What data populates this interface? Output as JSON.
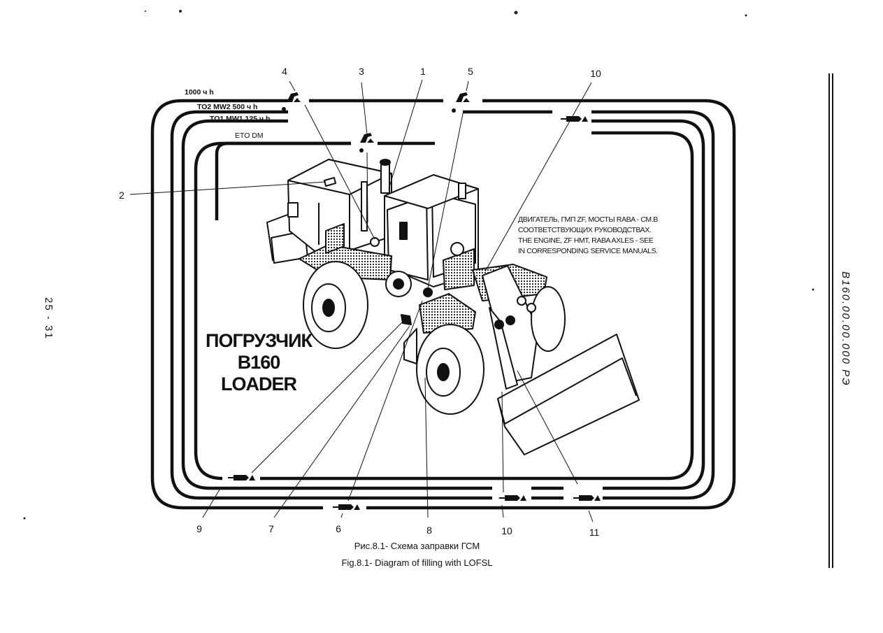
{
  "page": {
    "page_number": "25 - 31",
    "doc_code": "B160.00.00.000 РЭ"
  },
  "intervals": {
    "i1000": "1000 ч h",
    "to2": "TO2 MW2   500 ч h",
    "to1": "TO1 MW1   125 ч h",
    "eto": "ETO   DM"
  },
  "title": {
    "line1": "ПОГРУЗЧИК",
    "line2": "B160",
    "line3": "LOADER"
  },
  "note": {
    "line1": "ДВИГАТЕЛЬ, ГМП ZF, МОСТЫ RABA - СМ.В",
    "line2": "СООТВЕТСТВУЮЩИХ РУКОВОДСТВАХ.",
    "line3": "THE ENGINE, ZF HMT, RABA AXLES - SEE",
    "line4": "IN CORRESPONDING SERVICE MANUALS."
  },
  "callouts": {
    "c1": "1",
    "c2": "2",
    "c3": "3",
    "c4": "4",
    "c5": "5",
    "c6": "6",
    "c7": "7",
    "c8": "8",
    "c9": "9",
    "c10a": "10",
    "c10b": "10",
    "c11": "11"
  },
  "captions": {
    "ru": "Рис.8.1- Схема заправки ГСМ",
    "en": "Fig.8.1- Diagram of filling with LOFSL"
  }
}
